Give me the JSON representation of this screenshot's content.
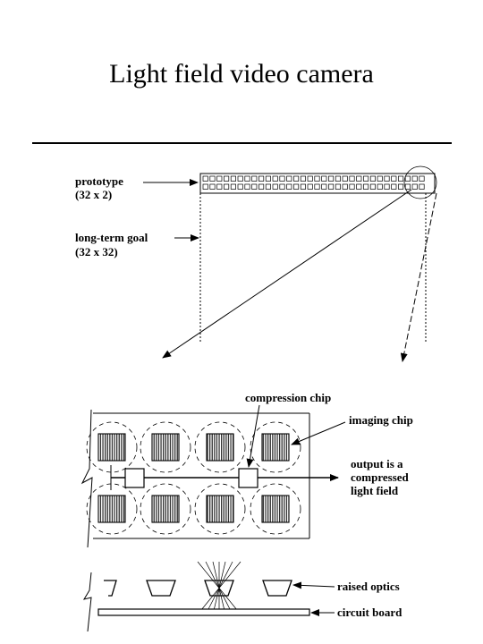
{
  "slide": {
    "title": "Light field video camera"
  },
  "diagram": {
    "prototype_label": "prototype",
    "prototype_size": "(32 x 2)",
    "goal_label": "long-term goal",
    "goal_size": "(32 x 32)",
    "compression_chip_label": "compression chip",
    "imaging_chip_label": "imaging chip",
    "output_line1": "output is a",
    "output_line2": "compressed",
    "output_line3": "light field",
    "raised_optics_label": "raised optics",
    "circuit_board_label": "circuit board",
    "colors": {
      "ink": "#000000",
      "chip_fill": "#d8d8d8",
      "background": "#ffffff"
    }
  }
}
